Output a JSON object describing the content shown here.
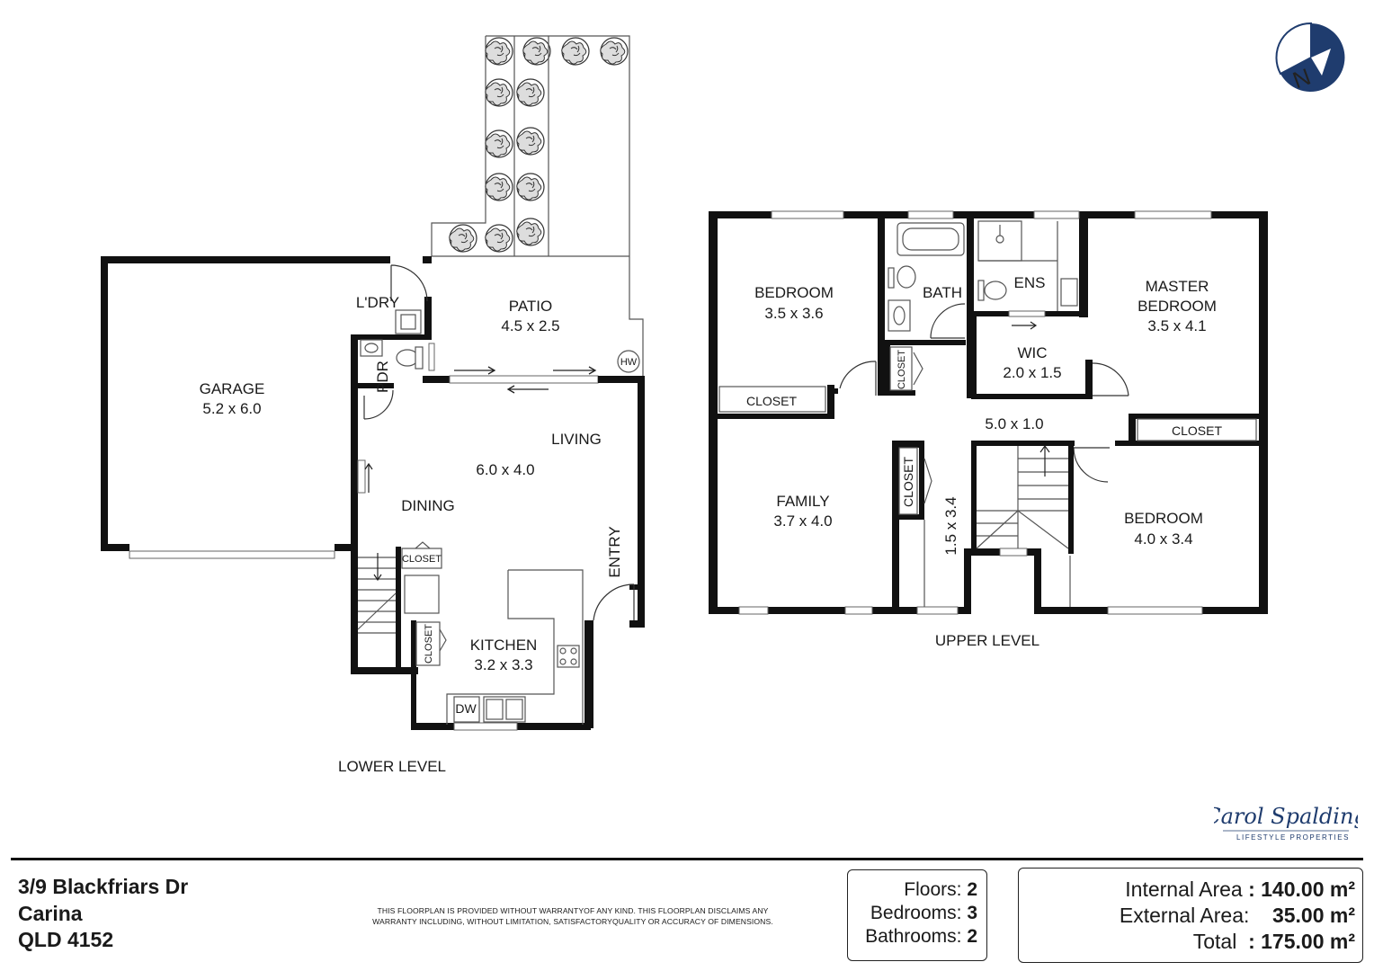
{
  "lower": {
    "level_label": "LOWER LEVEL",
    "garage": {
      "name": "GARAGE",
      "dim": "5.2 x 6.0"
    },
    "laundry": {
      "name": "L'DRY"
    },
    "powder": {
      "name": "PDR"
    },
    "patio": {
      "name": "PATIO",
      "dim": "4.5 x 2.5"
    },
    "hot_water": {
      "name": "HW"
    },
    "living": {
      "name": "LIVING",
      "dim": "6.0 x 4.0"
    },
    "dining": {
      "name": "DINING"
    },
    "entry": {
      "name": "ENTRY"
    },
    "closet_upper": {
      "name": "CLOSET"
    },
    "closet_lower": {
      "name": "CLOSET"
    },
    "kitchen": {
      "name": "KITCHEN",
      "dim": "3.2 x 3.3"
    },
    "dishwasher": {
      "name": "DW"
    }
  },
  "upper": {
    "level_label": "UPPER LEVEL",
    "bedroom_1": {
      "name": "BEDROOM",
      "dim": "3.5 x 3.6"
    },
    "bedroom_1_closet": {
      "name": "CLOSET"
    },
    "bath": {
      "name": "BATH"
    },
    "linen_closet": {
      "name": "CLOSET"
    },
    "ensuite": {
      "name": "ENS"
    },
    "wic": {
      "name": "WIC",
      "dim": "2.0 x 1.5"
    },
    "master": {
      "name_line1": "MASTER",
      "name_line2": "BEDROOM",
      "dim": "3.5 x 4.1"
    },
    "hallway": {
      "dim": "5.0 x 1.0"
    },
    "family": {
      "name": "FAMILY",
      "dim": "3.7 x 4.0"
    },
    "hall_closet": {
      "name": "CLOSET"
    },
    "stair_hall": {
      "dim": "1.5 x 3.4"
    },
    "bedroom_2_closet": {
      "name": "CLOSET"
    },
    "bedroom_2": {
      "name": "BEDROOM",
      "dim": "4.0 x 3.4"
    }
  },
  "address": {
    "line1": "3/9 Blackfriars Dr",
    "line2": "Carina",
    "line3": "QLD 4152"
  },
  "disclaimer": {
    "line1": "THIS FLOORPLAN IS PROVIDED WITHOUT WARRANTYOF ANY KIND. THIS FLOORPLAN DISCLAIMS ANY",
    "line2": "WARRANTY INCLUDING, WITHOUT  LIMITATION, SATISFACTORYQUALITY OR ACCURACY OF DIMENSIONS."
  },
  "stats": {
    "floors_label": "Floors:",
    "floors_value": "2",
    "bedrooms_label": "Bedrooms:",
    "bedrooms_value": "3",
    "bathrooms_label": "Bathrooms:",
    "bathrooms_value": "2"
  },
  "areas": {
    "internal_label": "Internal Area",
    "internal_value": ": 140.00 m²",
    "external_label": "External Area:",
    "external_value": "35.00 m²",
    "total_label": "Total",
    "total_value": ":  175.00 m²"
  },
  "logo": {
    "script": "Carol Spalding",
    "tagline": "LIFESTYLE PROPERTIES"
  },
  "compass": {
    "letter": "N"
  },
  "colors": {
    "wall": "#111111",
    "compass": "#1f3c6e",
    "logo": "#1f3c6e"
  },
  "icons": [
    "compass-icon",
    "tree-icon",
    "toilet-icon",
    "basin-icon",
    "bathtub-icon",
    "shower-icon",
    "cooktop-icon",
    "sink-icon",
    "stairs-icon"
  ]
}
